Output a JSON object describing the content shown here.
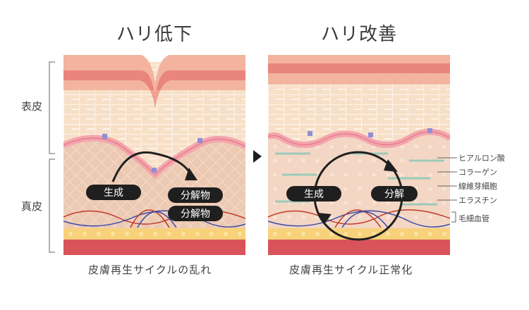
{
  "titles": {
    "left": "ハリ低下",
    "right": "ハリ改善"
  },
  "side_labels": {
    "epidermis": "表皮",
    "dermis": "真皮"
  },
  "left_panel": {
    "labels": {
      "production": "生成",
      "breakdown1": "分解物",
      "breakdown2": "分解物"
    },
    "caption": "皮膚再生サイクルの乱れ"
  },
  "right_panel": {
    "labels": {
      "production": "生成",
      "breakdown": "分解"
    },
    "caption": "皮膚再生サイクル正常化"
  },
  "legend": [
    "ヒアルロン酸",
    "コラーゲン",
    "線維芽細胞",
    "エラスチン",
    "毛細血管"
  ],
  "colors": {
    "stratum_top": "#f3b39e",
    "stratum_red": "#e17a73",
    "epidermis": "#f7dcc2",
    "basal": "#f0a0a8",
    "dermis": "#f2d2bd",
    "fat": "#f7d27a",
    "muscle": "#d9545a",
    "pill": "#1f1f1f"
  }
}
